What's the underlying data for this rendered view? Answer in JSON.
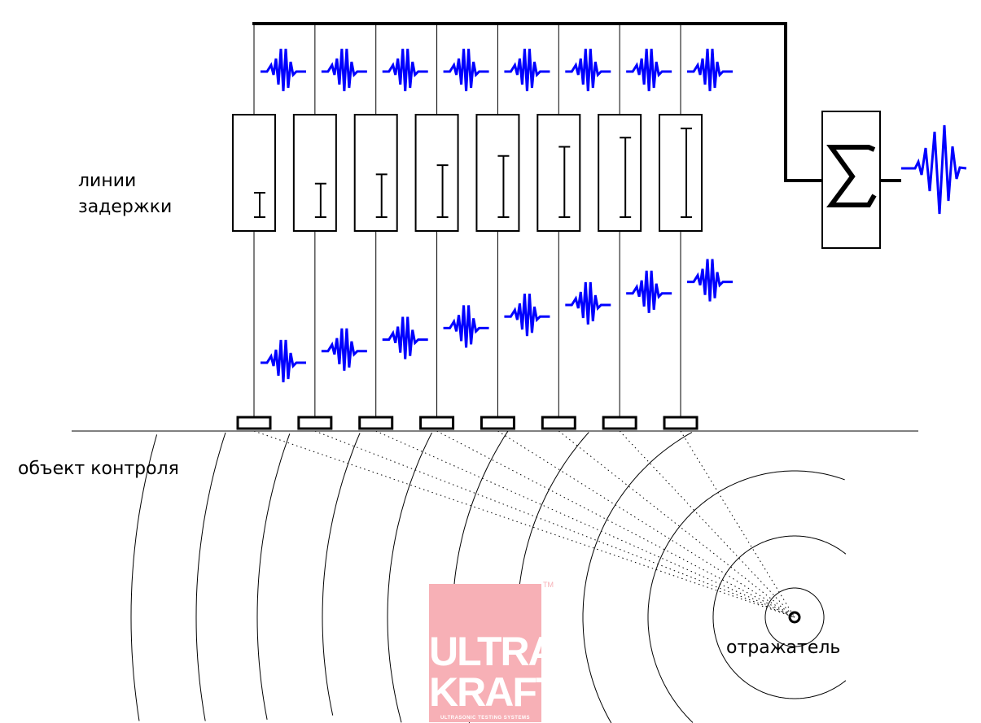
{
  "labels": {
    "delay_lines_1": "линии",
    "delay_lines_2": "задержки",
    "test_object": "объект контроля",
    "reflector": "отражатель"
  },
  "logo": {
    "line1": "ULTRA",
    "line2": "KRAFT",
    "tagline": "ULTRASONIC TESTING SYSTEMS",
    "tm": "TM"
  },
  "colors": {
    "wave": "#0000ff",
    "line": "#000000",
    "logo_bg": "#f7b0b6"
  },
  "elements": 8,
  "icons": {
    "summator": "sigma-icon",
    "wave": "zigzag-wave-icon"
  }
}
